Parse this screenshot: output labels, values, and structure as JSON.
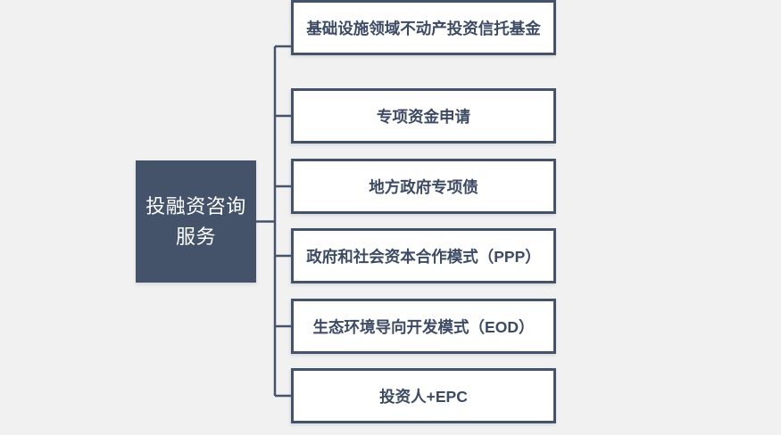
{
  "diagram": {
    "type": "tree",
    "root": {
      "label": "投融资咨询服务",
      "label_line1": "投融资咨询",
      "label_line2": "服务"
    },
    "branches": [
      {
        "label": "专项资金申请"
      },
      {
        "label": "地方政府专项债"
      },
      {
        "label": "政府和社会资本合作模式（PPP）"
      },
      {
        "label": "生态环境导向开发模式（EOD）"
      },
      {
        "label": "投资人+EPC"
      },
      {
        "label": "基础设施领域不动产投资信托基金"
      }
    ],
    "colors": {
      "accent": "#44536a",
      "branch_fill": "#ffffff",
      "branch_text": "#3d4a63",
      "root_fill": "#44536a",
      "root_text": "#ffffff",
      "background": "#f1f1f2",
      "connector": "#44536a"
    }
  }
}
